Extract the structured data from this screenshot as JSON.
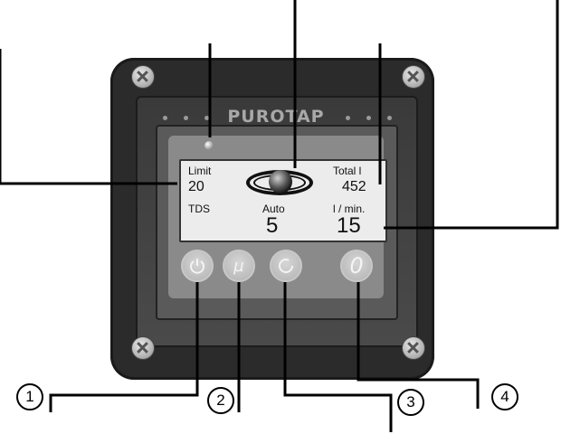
{
  "device": {
    "brand": "PUROTAP"
  },
  "display": {
    "limit_label": "Limit",
    "limit_value": "20",
    "total_label": "Total l",
    "total_value": "452",
    "tds_label": "TDS",
    "mode_label": "Auto",
    "mode_value": "5",
    "flow_label": "l / min.",
    "flow_value": "15"
  },
  "buttons": [
    {
      "icon": "power-icon",
      "glyph": ""
    },
    {
      "icon": "mu-icon",
      "glyph": "µ"
    },
    {
      "icon": "refresh-icon",
      "glyph": ""
    },
    {
      "icon": "zero-icon",
      "glyph": "0"
    }
  ],
  "callouts": [
    "1",
    "2",
    "3",
    "4"
  ]
}
